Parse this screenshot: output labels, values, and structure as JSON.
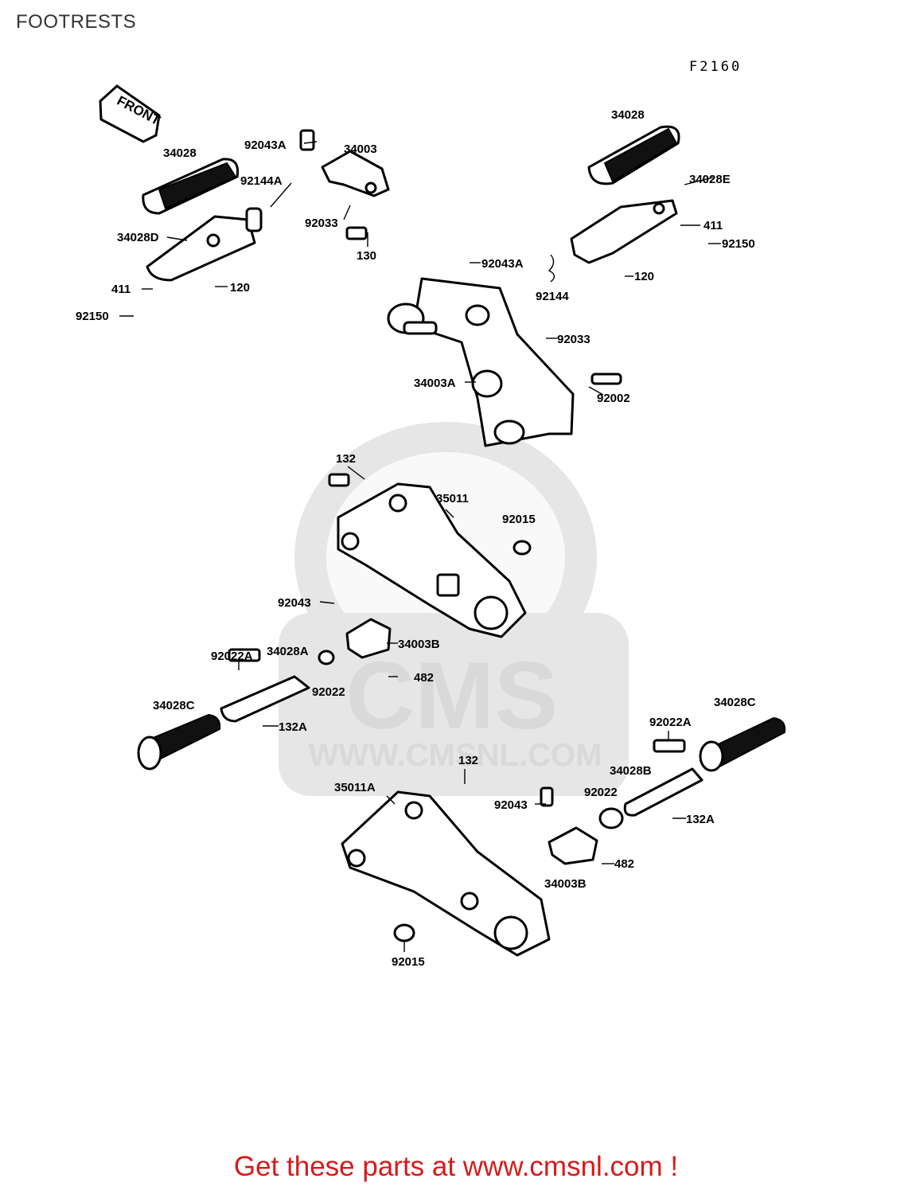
{
  "title": "FOOTRESTS",
  "figure_code": "F2160",
  "direction_arrow": "FRONT",
  "watermark": {
    "logo": "CMS",
    "url": "WWW.CMSNL.COM"
  },
  "footer": "Get these parts at www.cmsnl.com !",
  "labels": {
    "l1": "92043A",
    "l2": "34003",
    "l3": "34028",
    "l4": "92144A",
    "l5": "92033",
    "l6": "34028D",
    "l7": "130",
    "l8": "411",
    "l9": "120",
    "l10": "92150",
    "l11": "34028",
    "l12": "34028E",
    "l13": "411",
    "l14": "92150",
    "l15": "92043A",
    "l16": "120",
    "l17": "92144",
    "l18": "92033",
    "l19": "34003A",
    "l20": "92002",
    "l21": "132",
    "l22": "35011",
    "l23": "92015",
    "l24": "92043",
    "l25": "34003B",
    "l26": "92022A",
    "l27": "34028A",
    "l28": "92022",
    "l29": "482",
    "l30": "34028C",
    "l31": "132A",
    "l32": "34028C",
    "l33": "92022A",
    "l34": "132",
    "l35": "35011A",
    "l36": "34028B",
    "l37": "92043",
    "l38": "92022",
    "l39": "132A",
    "l40": "482",
    "l41": "34003B",
    "l42": "92015"
  }
}
